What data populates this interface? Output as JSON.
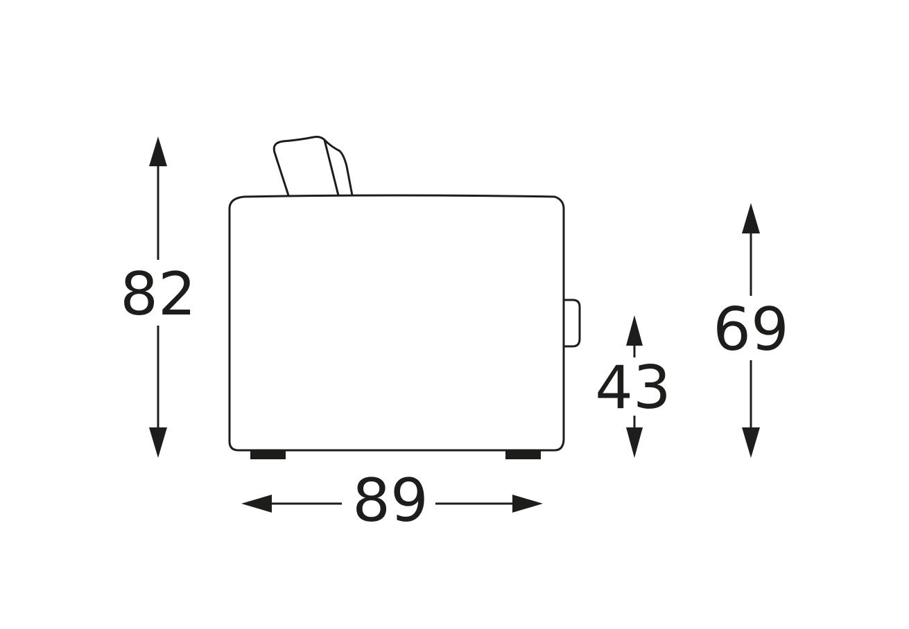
{
  "dimensions": {
    "height_total": "82",
    "width": "89",
    "seat_height": "43",
    "back_height": "69"
  },
  "colors": {
    "line": "#1d1d1b",
    "background": "#ffffff"
  }
}
